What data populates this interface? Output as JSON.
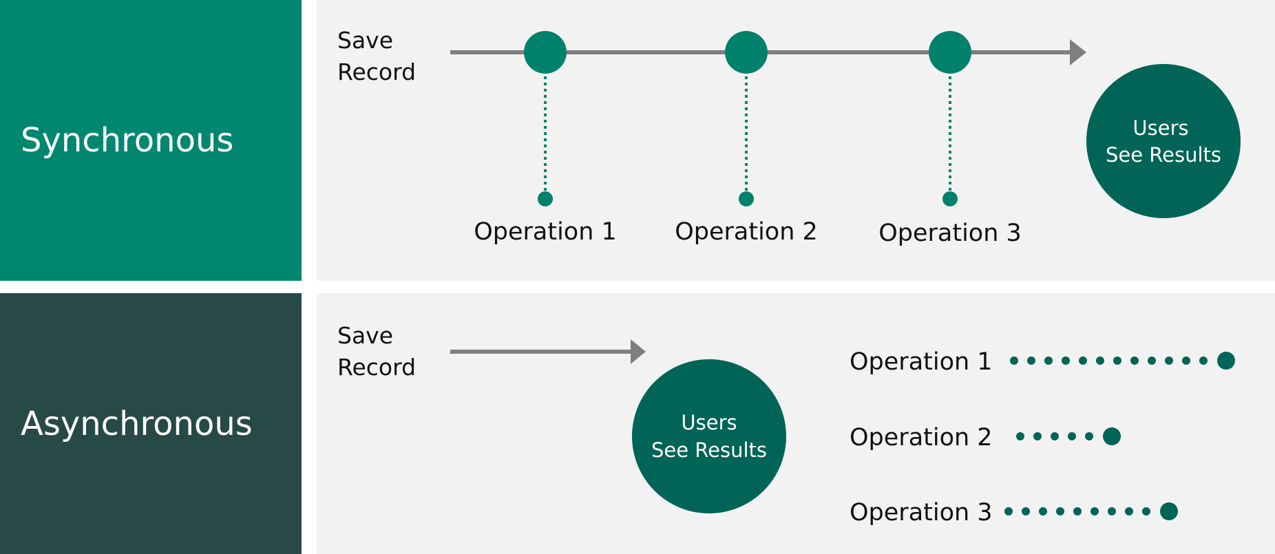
{
  "colors": {
    "sync_accent": "#00876f",
    "async_accent": "#274947",
    "circle_dark": "#006456",
    "node": "#00816b",
    "arrow": "#7f7f7f",
    "panel_bg": "#f2f2f2"
  },
  "synchronous": {
    "title": "Synchronous",
    "start_label": [
      "Save",
      "Record"
    ],
    "result_label": [
      "Users",
      "See Results"
    ],
    "operations": [
      "Operation 1",
      "Operation 2",
      "Operation 3"
    ]
  },
  "asynchronous": {
    "title": "Asynchronous",
    "start_label": [
      "Save",
      "Record"
    ],
    "result_label": [
      "Users",
      "See Results"
    ],
    "operations": [
      "Operation 1",
      "Operation 2",
      "Operation 3"
    ],
    "operation_dot_counts": [
      13,
      6,
      10
    ]
  }
}
